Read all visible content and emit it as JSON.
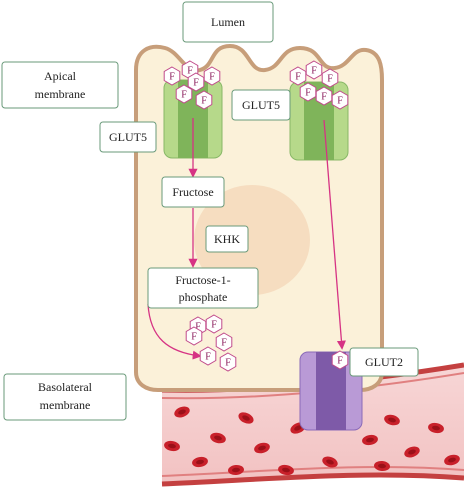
{
  "labels": {
    "lumen": "Lumen",
    "apical": [
      "Apical",
      "membrane"
    ],
    "basolateral": [
      "Basolateral",
      "membrane"
    ],
    "glut5_left": "GLUT5",
    "glut5_right": "GLUT5",
    "fructose": "Fructose",
    "khk": "KHK",
    "f1p": [
      "Fructose-1-",
      "phosphate"
    ],
    "glut2": "GLUT2"
  },
  "molecule_letter": "F",
  "colors": {
    "cell_fill": "#fbf1d9",
    "cell_stroke": "#c79e7a",
    "nucleus": "#f6ddc0",
    "glut5_light": "#b6d98a",
    "glut5_dark": "#7fb45a",
    "glut2_light": "#b99ad6",
    "glut2_dark": "#7e5aa8",
    "arrow": "#d63384",
    "hex_stroke": "#c04a8a",
    "blood_light": "#f4c9c9",
    "blood_wall": "#c44040",
    "rbc": "#c8202a",
    "box_border": "#6a9a7a"
  }
}
